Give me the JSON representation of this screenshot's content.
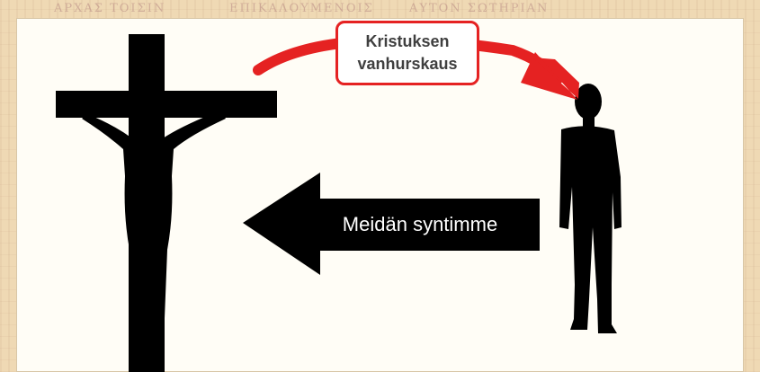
{
  "diagram": {
    "red_arrow_label": "Kristuksen vanhurskaus",
    "black_arrow_label": "Meidän syntimme",
    "background_text": [
      "ΑΡΧΑΣ ΤΟΙΣΙΝ",
      "ΕΠΙΚΑΛΟΥΜΕΝΟΙΣ",
      "ΑΥΤΟΝ ΣΩΤΗΡΙΑΝ"
    ],
    "colors": {
      "red_arrow": "#e52222",
      "black_arrow": "#000000",
      "panel": "#fffdf6",
      "parchment": "#efd9b4"
    },
    "icons": [
      "crucifix-icon",
      "standing-man-silhouette-icon"
    ]
  }
}
